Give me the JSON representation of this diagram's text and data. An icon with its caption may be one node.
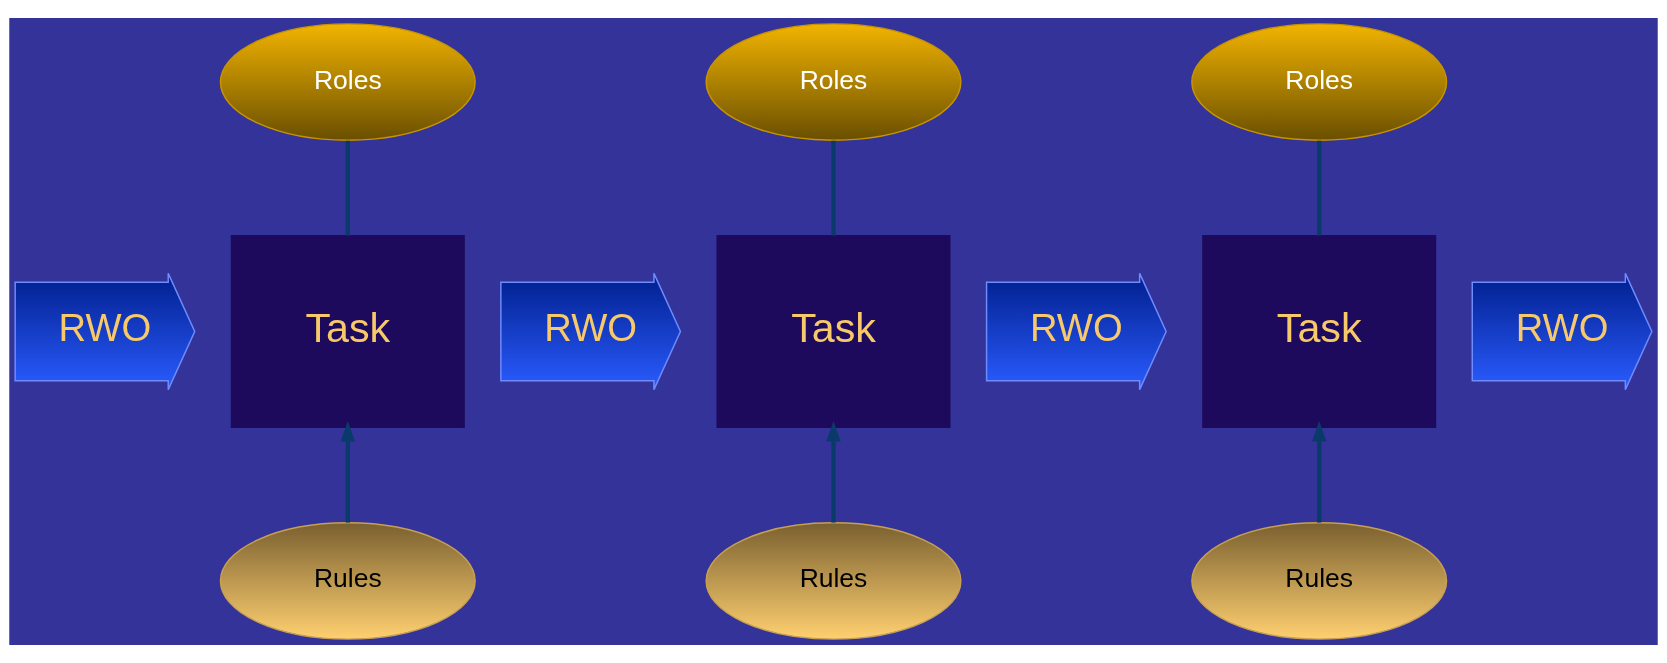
{
  "diagram": {
    "nodes": [
      {
        "text": [
          "RWO"
        ]
      },
      {
        "text": [
          "Roles"
        ]
      },
      {
        "text": [
          "Task"
        ]
      },
      {
        "text": [
          "Rules"
        ]
      },
      {
        "text": [
          "RWO"
        ]
      },
      {
        "text": [
          "Roles"
        ]
      },
      {
        "text": [
          "Task"
        ]
      },
      {
        "text": [
          "Rules"
        ]
      },
      {
        "text": [
          "RWO"
        ]
      },
      {
        "text": [
          "Roles"
        ]
      },
      {
        "text": [
          "Task"
        ]
      },
      {
        "text": [
          "Rules"
        ]
      },
      {
        "text": [
          "RWO"
        ]
      }
    ],
    "edges": [
      {
        "from": 1,
        "to": 2,
        "arrow": "none"
      },
      {
        "from": 3,
        "to": 2,
        "arrow": "to"
      },
      {
        "from": 5,
        "to": 6,
        "arrow": "none"
      },
      {
        "from": 7,
        "to": 6,
        "arrow": "to"
      },
      {
        "from": 9,
        "to": 10,
        "arrow": "none"
      },
      {
        "from": 11,
        "to": 10,
        "arrow": "to"
      }
    ]
  }
}
